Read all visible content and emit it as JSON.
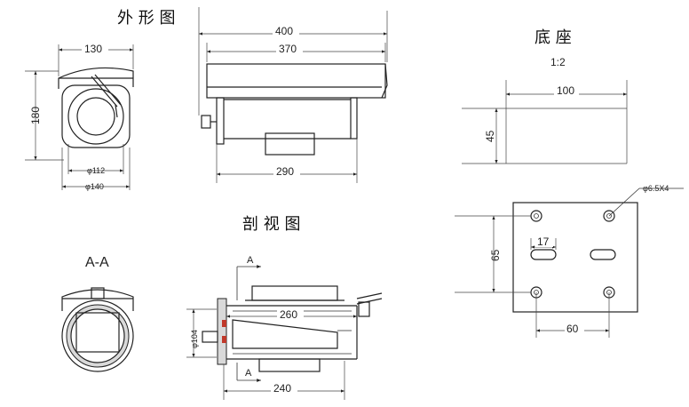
{
  "titles": {
    "exterior": "外 形 图",
    "section": "剖 视 图",
    "base": "底 座",
    "section_aa": "A-A"
  },
  "scale": "1:2",
  "section_marks": {
    "top": "A",
    "bottom": "A"
  },
  "exterior_front": {
    "width": "130",
    "height": "180",
    "inner_dia": "φ112",
    "outer_dia": "φ140"
  },
  "exterior_side": {
    "total_length": "400",
    "hood_length": "370",
    "body_length": "290"
  },
  "section_side": {
    "inner_length": "260",
    "body_length": "240",
    "window_dia": "φ104"
  },
  "base_plate": {
    "top_length": "100",
    "top_height": "45",
    "hole_spec": "φ6.5X4",
    "slot_width": "17",
    "plate_height": "65",
    "hole_spacing": "60"
  }
}
